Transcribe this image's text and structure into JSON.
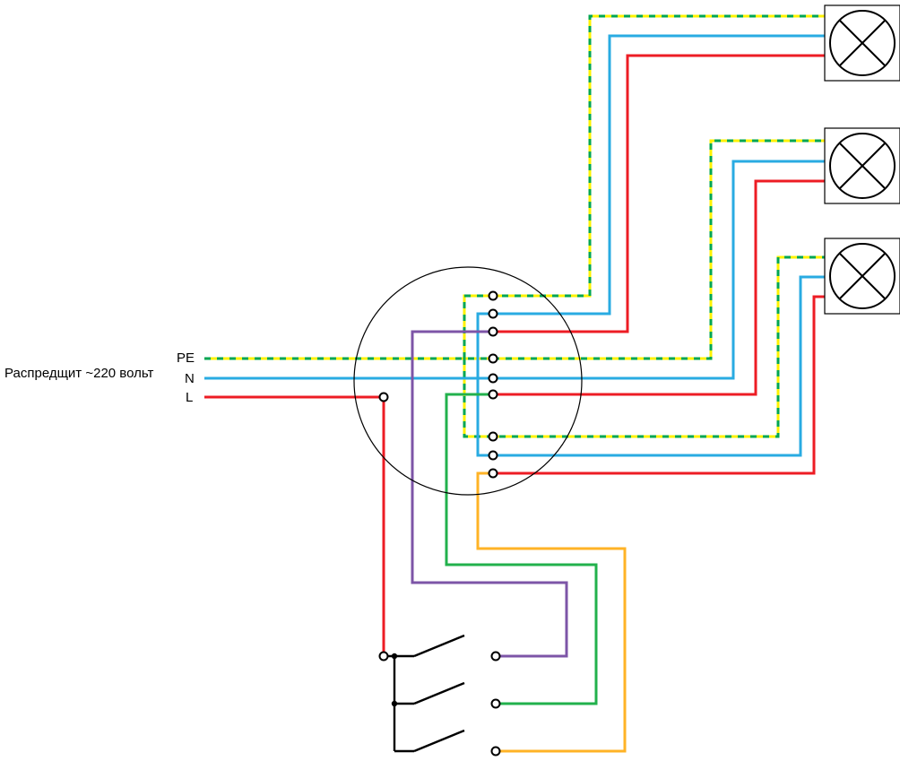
{
  "labels": {
    "source": "Распредщит ~220 вольт",
    "pe": "PE",
    "neutral": "N",
    "line": "L"
  },
  "colors": {
    "pe_yellow": "#FFF200",
    "pe_green": "#00A651",
    "neutral_blue": "#29ABE2",
    "line_red": "#ED1C24",
    "switched_lamp1_purple": "#7D55A7",
    "switched_lamp2_green": "#22B14C",
    "switched_lamp3_orange": "#FFB326",
    "outline_black": "#000000"
  }
}
